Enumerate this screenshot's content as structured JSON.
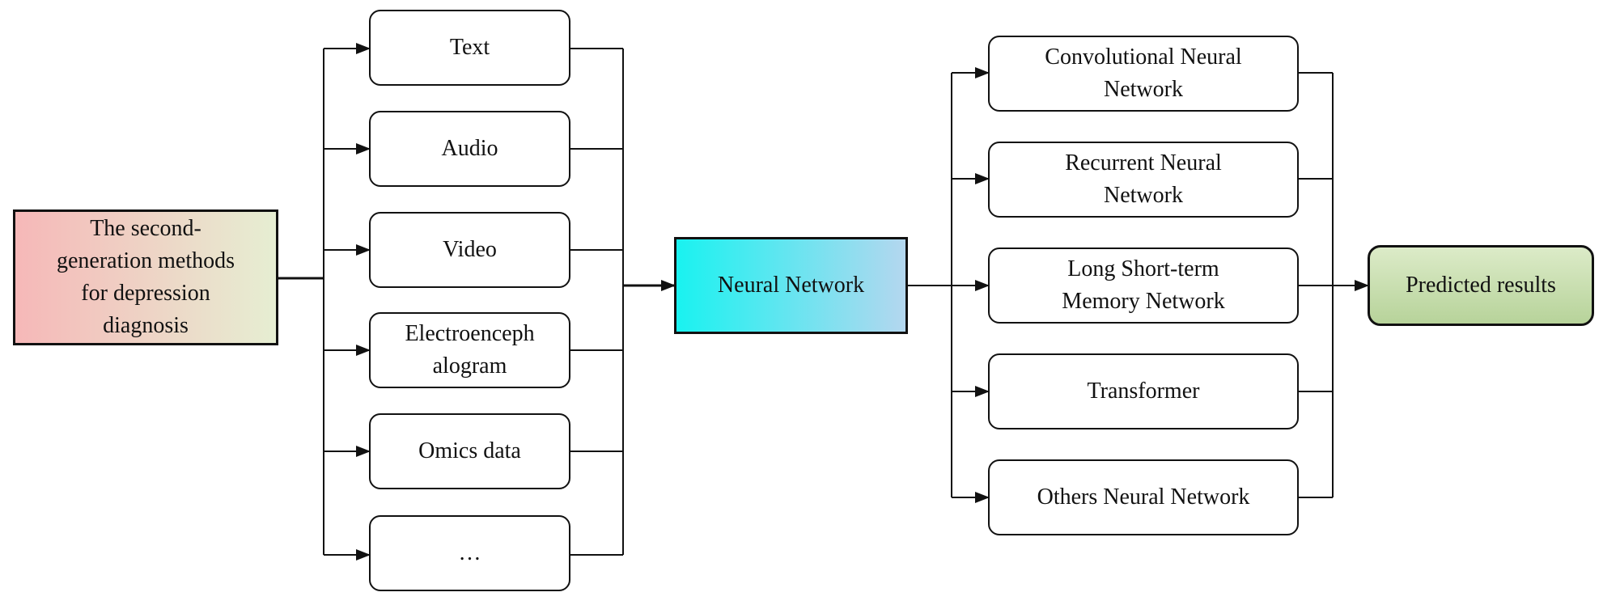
{
  "source": {
    "label": "The second-\ngeneration methods\nfor depression\ndiagnosis"
  },
  "data_types": [
    {
      "label": "Text"
    },
    {
      "label": "Audio"
    },
    {
      "label": "Video"
    },
    {
      "label": "Electroenceph\nalogram"
    },
    {
      "label": "Omics data"
    },
    {
      "label": "…"
    }
  ],
  "center": {
    "label": "Neural Network"
  },
  "network_types": [
    {
      "label": "Convolutional Neural\nNetwork"
    },
    {
      "label": "Recurrent Neural\nNetwork"
    },
    {
      "label": "Long Short-term\nMemory Network"
    },
    {
      "label": "Transformer"
    },
    {
      "label": "Others Neural Network"
    }
  ],
  "result": {
    "label": "Predicted results"
  },
  "colors": {
    "source_gradient": [
      "#f6b8b8",
      "#e6eed2"
    ],
    "center_gradient": [
      "#19f2f0",
      "#b4d7ef"
    ],
    "result_fill": [
      "#dcebc8",
      "#b7d39a"
    ],
    "line": "#111111"
  }
}
